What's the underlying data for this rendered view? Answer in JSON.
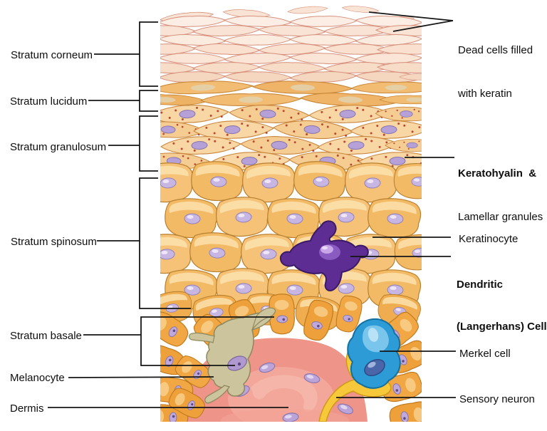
{
  "figure": {
    "left_labels": [
      {
        "text": "Stratum corneum"
      },
      {
        "text": "Stratum lucidum"
      },
      {
        "text": "Stratum granulosum"
      },
      {
        "text": "Stratum spinosum"
      },
      {
        "text": "Stratum basale"
      },
      {
        "text": "Melanocyte"
      },
      {
        "text": "Dermis"
      }
    ],
    "right_labels": [
      {
        "line1": "Dead cells filled",
        "line2": "with keratin"
      },
      {
        "line1": "Keratohyalin  &",
        "line2": "Lamellar granules"
      },
      {
        "text": "Keratinocyte"
      },
      {
        "line1": "Dendritic",
        "line2": "(Langerhans) Cell"
      },
      {
        "text": "Merkel cell"
      },
      {
        "text": "Sensory neuron"
      }
    ],
    "colors": {
      "keratinocyte_orange": "#f5c277",
      "corneum_pink": "#fceee4",
      "granule_red": "#bf4730",
      "dendritic_purple": "#5e2d94",
      "merkel_blue": "#2d9bd6",
      "neuron_yellow": "#f7c83a",
      "melanocyte_olive": "#ccc49c",
      "dermis_pink": "#ef9489",
      "nucleus_lavender": "#bfa9db",
      "leader_line_black": "#161616"
    }
  }
}
